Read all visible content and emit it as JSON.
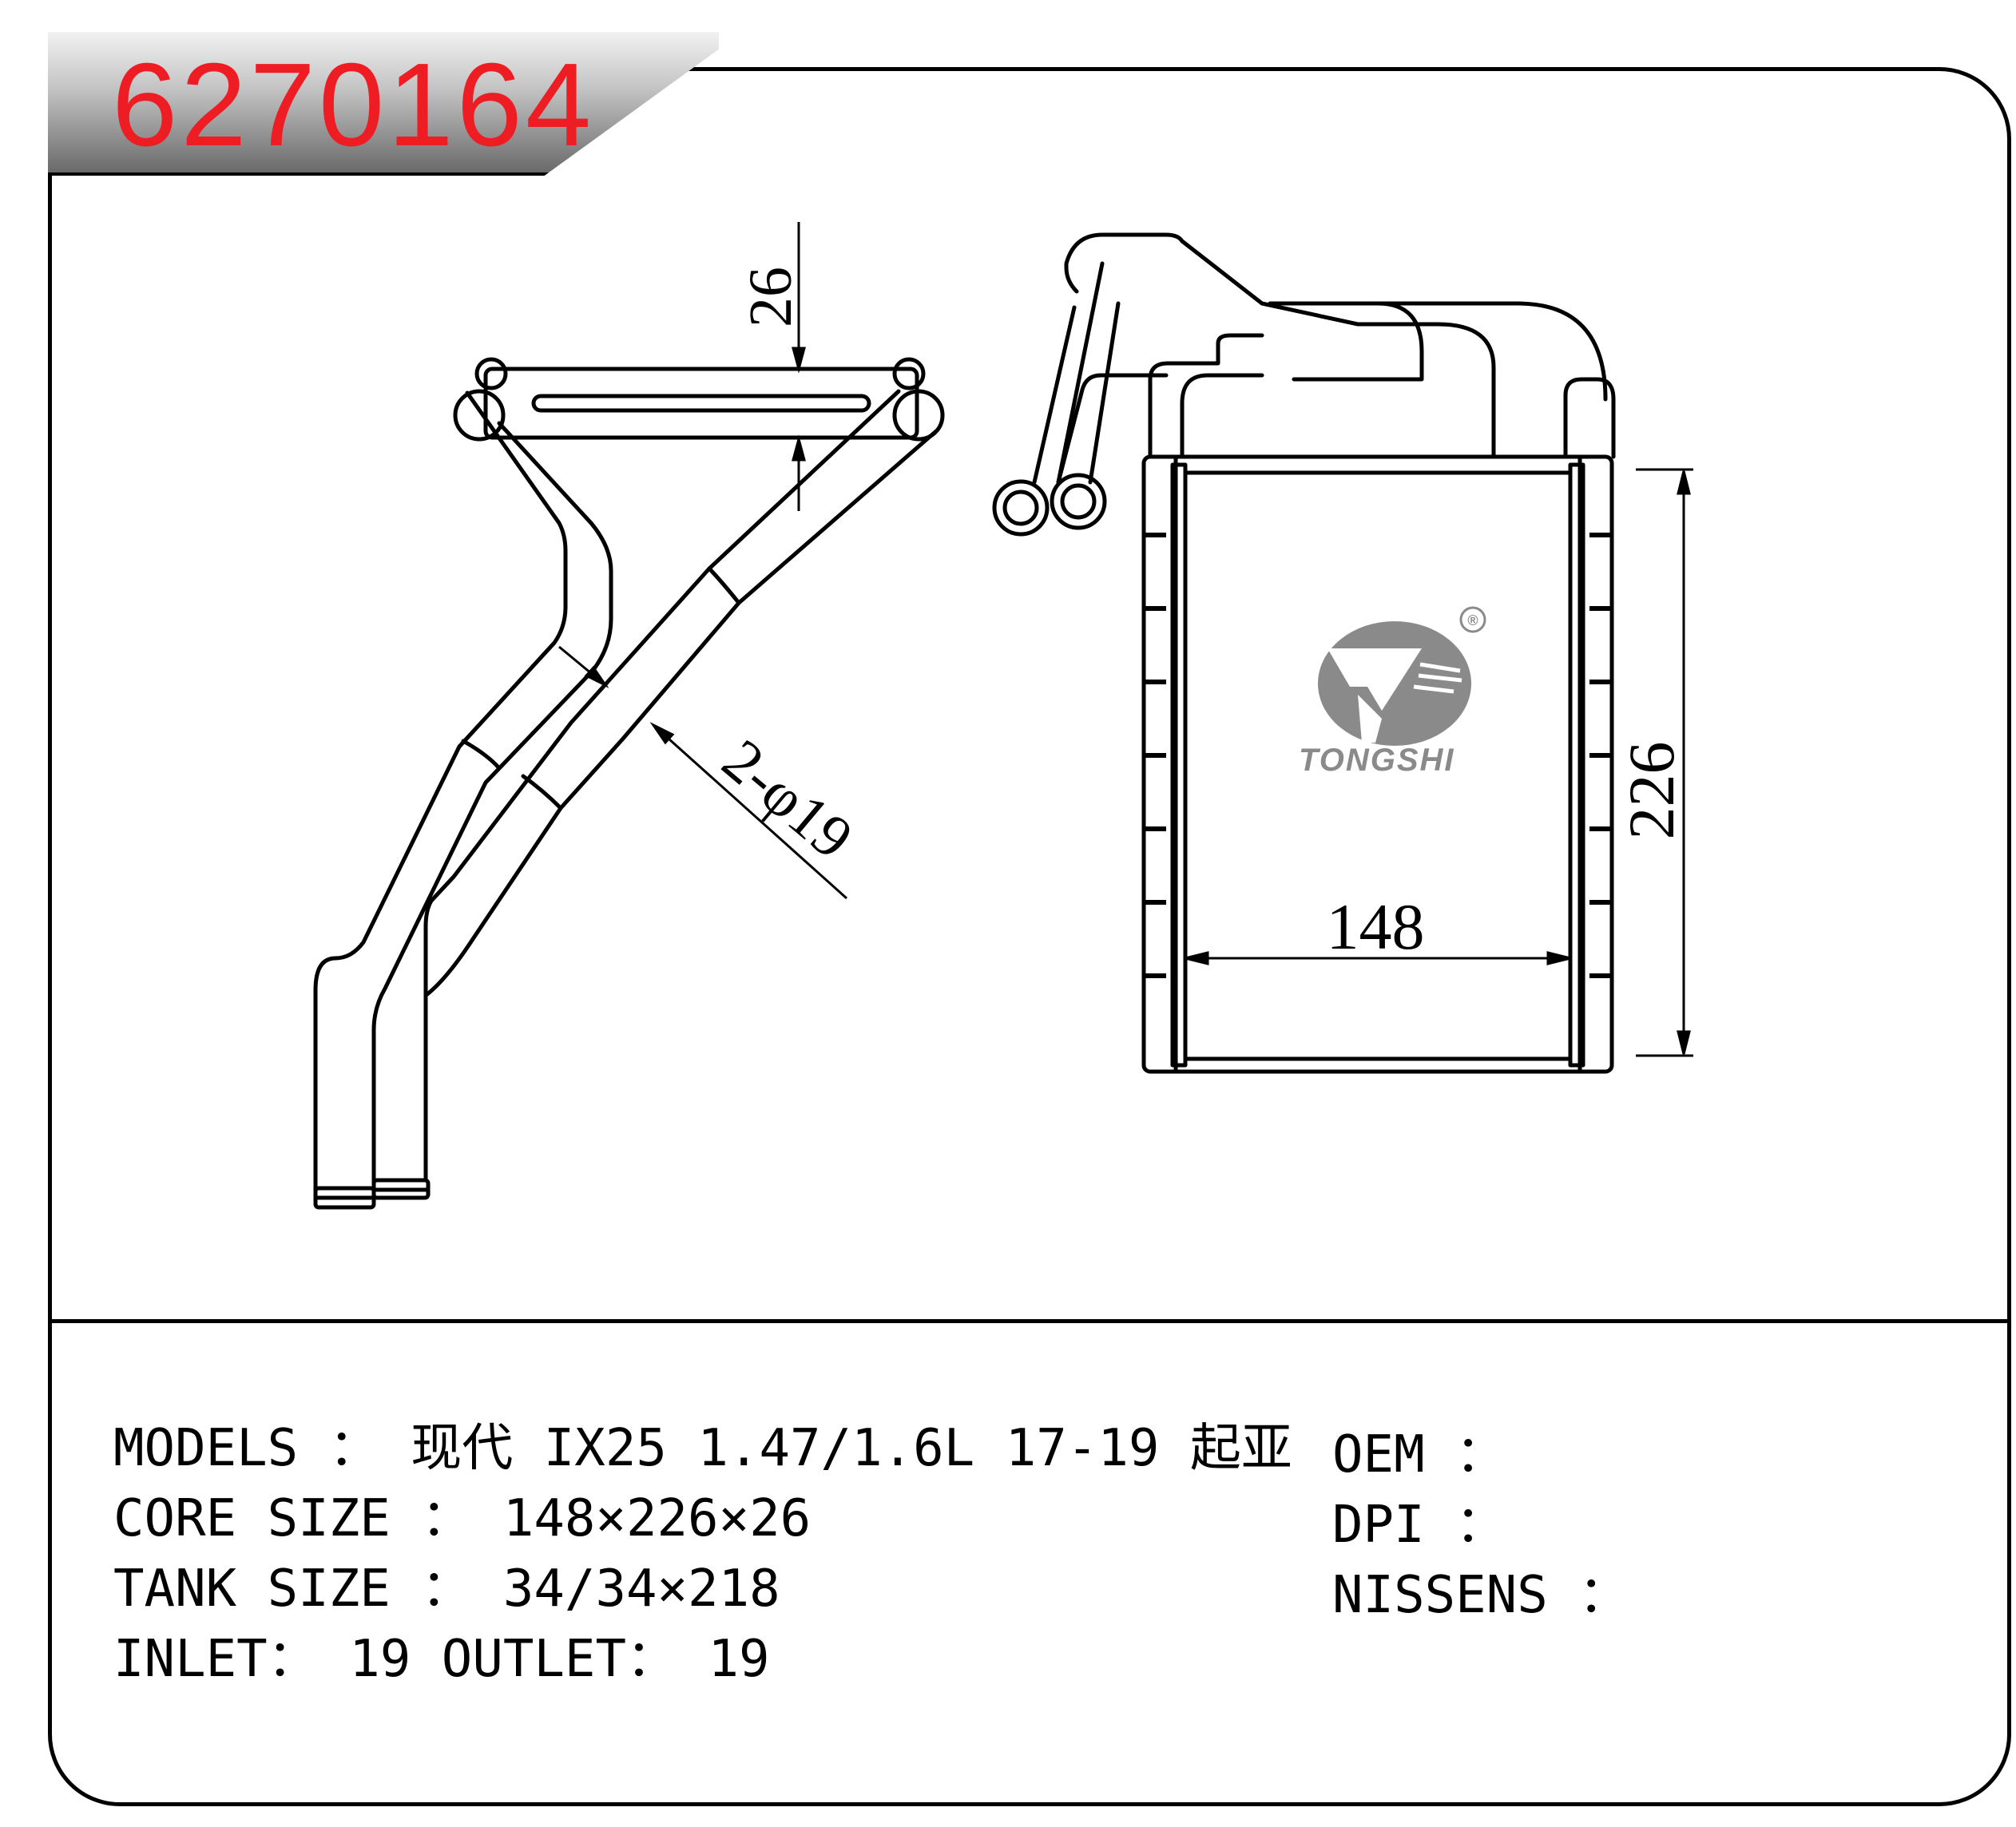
{
  "header": {
    "part_number": "6270164"
  },
  "dimensions": {
    "thickness": "26",
    "pipe": "2-φ19",
    "height": "226",
    "width": "148"
  },
  "logo": {
    "brand": "TONGSHI",
    "registered": "®",
    "icon": "tongshi-logo-icon"
  },
  "specs_left": [
    {
      "label": "MODELS",
      "sep": " ： ",
      "value": "现代 IX25 1.47/1.6L 17-19 起亚"
    },
    {
      "label": "CORE SIZE",
      "sep": " ： ",
      "value": "148×226×26"
    },
    {
      "label": "TANK SIZE",
      "sep": " ： ",
      "value": "34/34×218"
    },
    {
      "label": "INLET",
      "sep": "： ",
      "value": "19 OUTLET： 19"
    }
  ],
  "specs_right": [
    {
      "label": "OEM",
      "sep": " ：",
      "value": ""
    },
    {
      "label": "DPI",
      "sep": " ：",
      "value": ""
    },
    {
      "label": "NISSENS",
      "sep": " ：",
      "value": ""
    }
  ],
  "colors": {
    "part_number": "#ee1d23",
    "logo": "#8a8a8a"
  }
}
